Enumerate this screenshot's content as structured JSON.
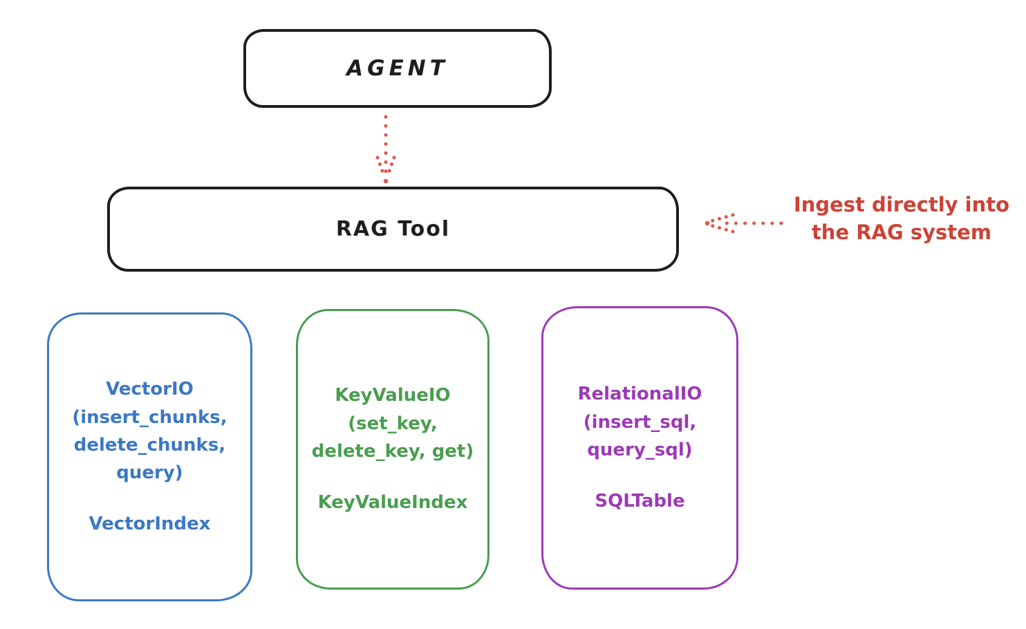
{
  "colors": {
    "background": "#ffffff",
    "ink": "#1e1e1e",
    "blue": "#3b78c4",
    "green": "#4a9d50",
    "purple": "#9c3ab5",
    "red-annotation": "#cd4237",
    "red-arrow": "#e0564f"
  },
  "agent": {
    "label": "AGENT"
  },
  "rag_tool": {
    "label": "RAG Tool"
  },
  "annotation": {
    "line1": "Ingest directly into",
    "line2": "the RAG system"
  },
  "backends": [
    {
      "name": "vector-io",
      "methods": "VectorIO\n(insert_chunks,\ndelete_chunks,\nquery)",
      "index": "VectorIndex"
    },
    {
      "name": "keyvalue-io",
      "methods": "KeyValueIO\n(set_key,\ndelete_key, get)",
      "index": "KeyValueIndex"
    },
    {
      "name": "relational-io",
      "methods": "RelationalIO\n(insert_sql,\nquery_sql)",
      "index": "SQLTable"
    }
  ]
}
